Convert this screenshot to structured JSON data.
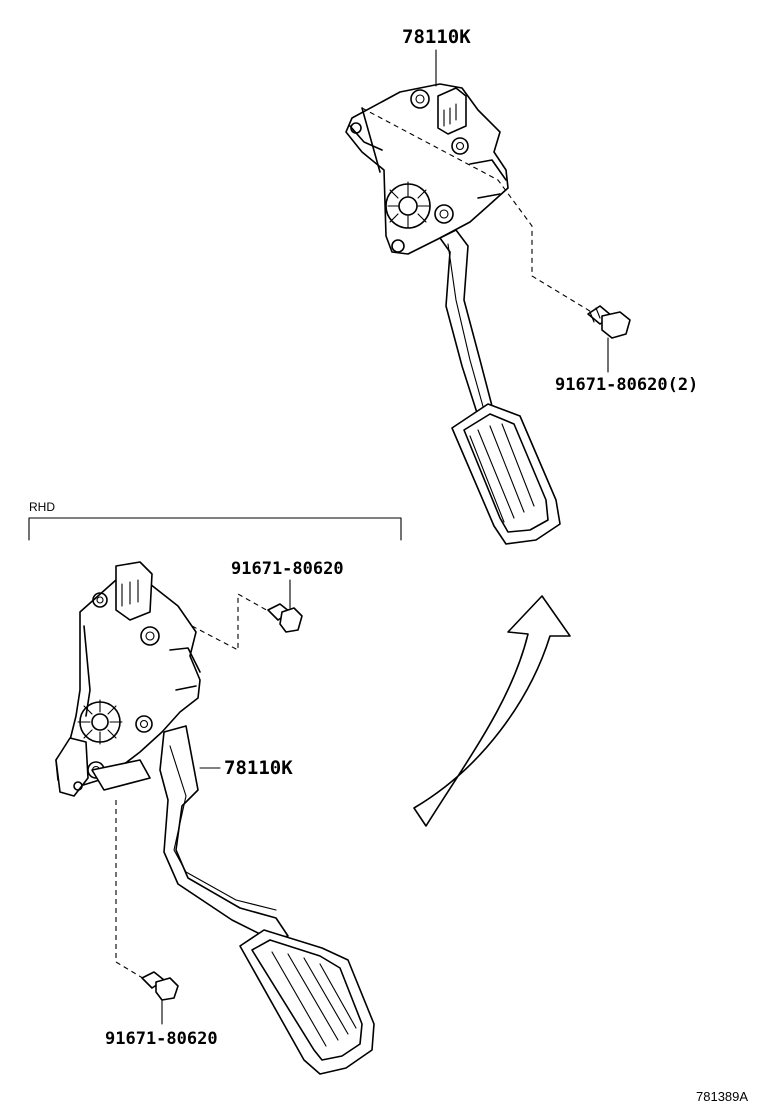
{
  "callouts": {
    "lhd_pedal": "78110K",
    "lhd_bolt": "91671-80620(2)",
    "rhd_top_bolt": "91671-80620",
    "rhd_pedal": "78110K",
    "rhd_bottom_bolt": "91671-80620"
  },
  "region": {
    "label": "RHD"
  },
  "figure_id": "781389A"
}
